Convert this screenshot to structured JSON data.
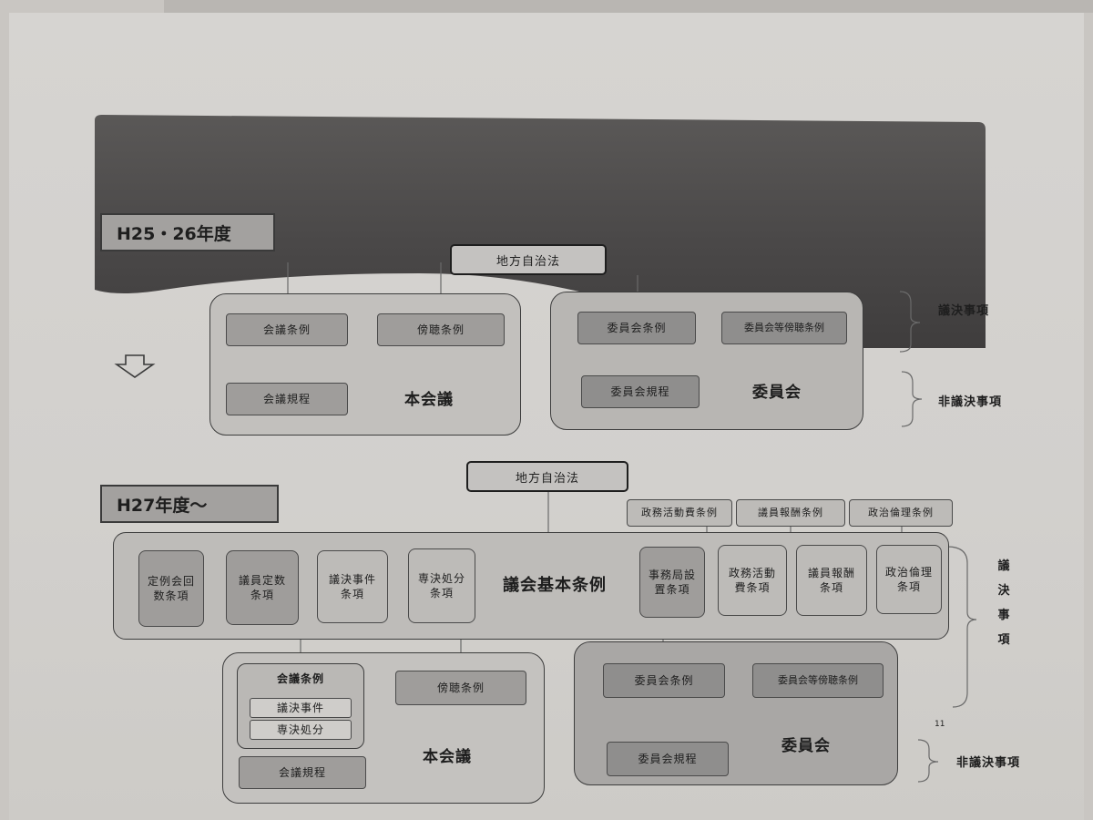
{
  "top": {
    "year_label": "H25・26年度",
    "law": "地方自治法",
    "plenary": {
      "title": "本会議",
      "ordinance": "会議条例",
      "hearing": "傍聴条例",
      "rules": "会議規程"
    },
    "committee": {
      "title": "委員会",
      "ordinance": "委員会条例",
      "hearing": "委員会等傍聴条例",
      "rules": "委員会規程"
    },
    "legislative_matters": "議決事項",
    "non_legislative_matters": "非議決事項"
  },
  "bottom": {
    "year_label": "H27年度〜",
    "law": "地方自治法",
    "upper_ordinances": [
      "政務活動費条例",
      "議員報酬条例",
      "政治倫理条例"
    ],
    "basic_ordinance": {
      "title": "議会基本条例",
      "clauses": [
        [
          "定例会回",
          "数条項"
        ],
        [
          "議員定数",
          "条項"
        ],
        [
          "議決事件",
          "条項"
        ],
        [
          "専決処分",
          "条項"
        ],
        [
          "事務局設",
          "置条項"
        ],
        [
          "政務活動",
          "費条項"
        ],
        [
          "議員報酬",
          "条項"
        ],
        [
          "政治倫理",
          "条項"
        ]
      ]
    },
    "plenary": {
      "title": "本会議",
      "ordinance": "会議条例",
      "sub_items": [
        "議決事件",
        "専決処分"
      ],
      "hearing": "傍聴条例",
      "rules": "会議規程"
    },
    "committee": {
      "title": "委員会",
      "ordinance": "委員会条例",
      "hearing": "委員会等傍聴条例",
      "rules": "委員会規程"
    },
    "legislative_matters_vertical": [
      "議",
      "決",
      "事",
      "項"
    ],
    "non_legislative_matters": "非議決事項",
    "page_number": "11"
  },
  "colors": {
    "banner_dark": "#4e4c4c",
    "box_gray": "#9f9d9b",
    "paper": "#d4d2cf"
  },
  "icons": {
    "down_arrow": "down-arrow-icon"
  }
}
